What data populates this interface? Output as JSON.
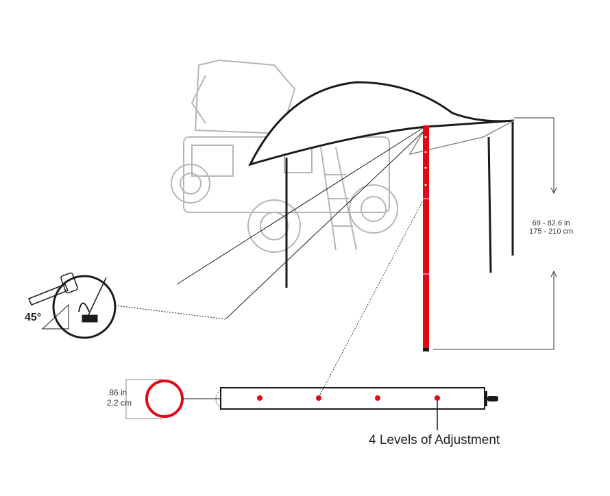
{
  "height_range": {
    "imperial": "69 - 82.6 in",
    "metric": "175 - 210 cm"
  },
  "pole_diameter": {
    "imperial": ".86 in",
    "metric": "2.2 cm"
  },
  "adjustment_label": "4 Levels of Adjustment",
  "stake_angle": "45°",
  "colors": {
    "accent": "#e30613",
    "line": "#1a1a1a",
    "vehicle": "#b5b5b5"
  }
}
